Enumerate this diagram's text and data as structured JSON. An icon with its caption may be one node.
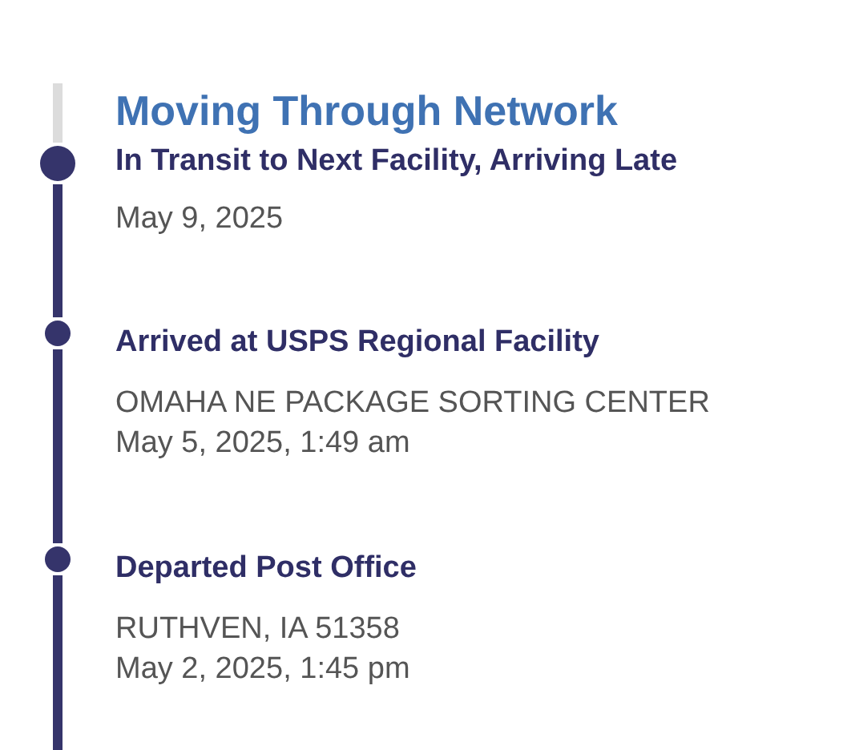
{
  "diagram": {
    "title": "Moving Through Network",
    "nodes": [
      {
        "text": [],
        "shape": "circle",
        "beside": [
          "In Transit to Next Facility, Arriving Late",
          "May 9, 2025"
        ]
      },
      {
        "text": [],
        "shape": "circle",
        "beside": [
          "Arrived at USPS Regional Facility",
          "OMAHA NE PACKAGE SORTING CENTER",
          "May 5, 2025, 1:49 am"
        ]
      },
      {
        "text": [],
        "shape": "circle",
        "beside": [
          "Departed Post Office",
          "RUTHVEN, IA 51358",
          "May 2, 2025, 1:45 pm"
        ]
      }
    ],
    "edges": [
      {
        "from": null,
        "to": 0,
        "arrow": "none",
        "color": "#dcdcdc"
      },
      {
        "from": 0,
        "to": 1,
        "arrow": "none"
      },
      {
        "from": 1,
        "to": 2,
        "arrow": "none"
      },
      {
        "from": 2,
        "to": null,
        "arrow": "none"
      }
    ]
  }
}
